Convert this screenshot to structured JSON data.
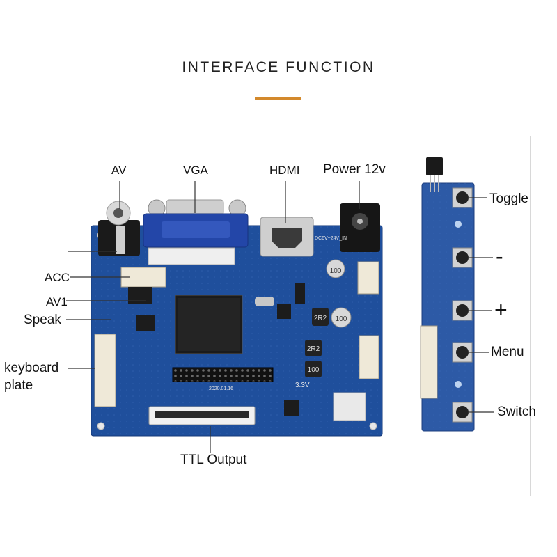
{
  "header": {
    "title": "INTERFACE FUNCTION",
    "accent_color": "#d3892c"
  },
  "main_board": {
    "board_color": "#1f4f9c",
    "labels": {
      "av": "AV",
      "vga": "VGA",
      "hdmi": "HDMI",
      "power": "Power 12v",
      "acc": "ACC",
      "av1": "AV1",
      "speak": "Speak",
      "keyboard_line1": "keyboard",
      "keyboard_line2": "plate",
      "ttl": "TTL Output"
    },
    "silkscreen": {
      "cap_top": "100",
      "inductor_top": "2R2",
      "cap_right": "100",
      "inductor_mid": "2R2",
      "inductor_low": "100",
      "voltage": "3.3V",
      "input_range": "DC6V~24V_IN",
      "date": "2020.01.16"
    }
  },
  "key_board": {
    "labels": {
      "toggle": "Toggle",
      "minus": "-",
      "plus": "+",
      "menu": "Menu",
      "switch": "Switch"
    }
  }
}
